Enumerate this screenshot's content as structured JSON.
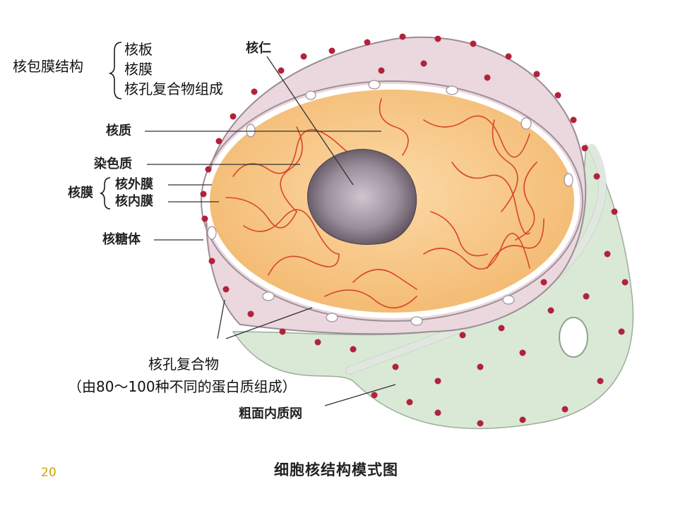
{
  "labels": {
    "envelope_structure": "核包膜结构",
    "envelope_parts": [
      "核板",
      "核膜",
      "核孔复合物组成"
    ],
    "nucleolus": "核仁",
    "nucleoplasm": "核质",
    "chromatin": "染色质",
    "nuclear_membrane": "核膜",
    "outer_membrane": "核外膜",
    "inner_membrane": "核内膜",
    "ribosome": "核糖体",
    "pore_complex": "核孔复合物",
    "pore_complex_note": "（由80～100种不同的蛋白质组成）",
    "rough_er": "粗面内质网"
  },
  "caption": "细胞核结构模式图",
  "slide_number": "20",
  "colors": {
    "nucleoplasm": "#f7c98a",
    "chromatin": "#d9452a",
    "nucleolus": "#8c7e8c",
    "cytoplasm": "#d9e9d6",
    "ribosome": "#b2223a",
    "membrane": "#ffffff",
    "slide_number": "#c9a400"
  }
}
